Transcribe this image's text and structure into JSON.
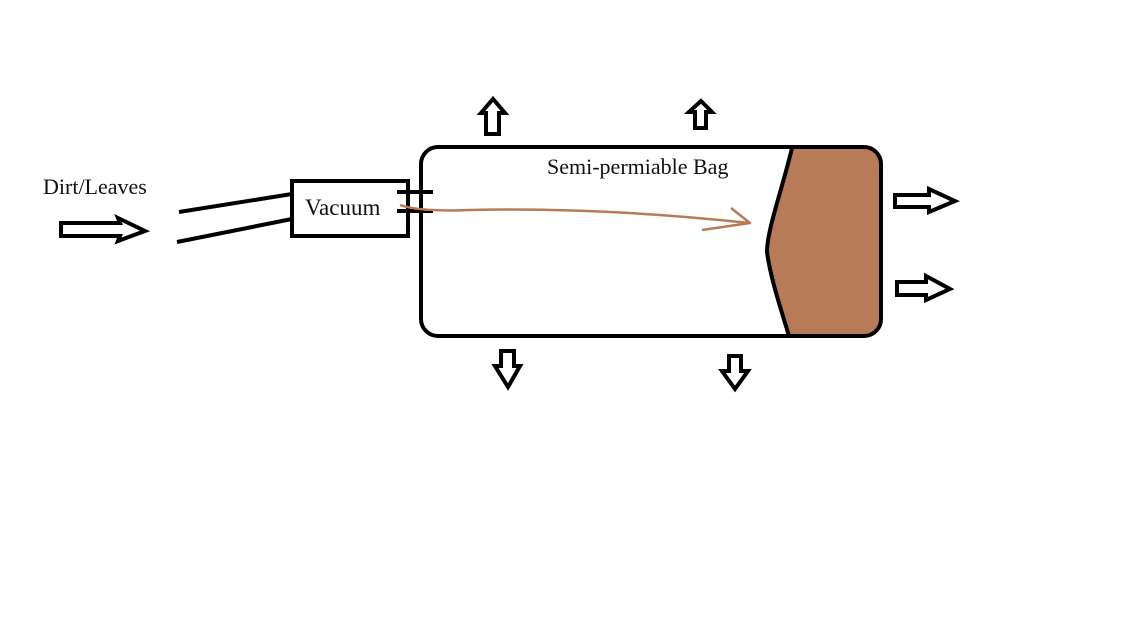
{
  "labels": {
    "input": "Dirt/Leaves",
    "vacuum": "Vacuum",
    "bag": "Semi-permiable Bag"
  },
  "colors": {
    "background": "#ffffff",
    "stroke": "#000000",
    "dirt_fill": "#b77b57",
    "flow_arrow": "#b77b57"
  },
  "icons": {
    "input_arrow": "arrow-right-outline",
    "exhaust_arrows": [
      "arrow-up-outline",
      "arrow-down-outline",
      "arrow-right-outline"
    ]
  }
}
